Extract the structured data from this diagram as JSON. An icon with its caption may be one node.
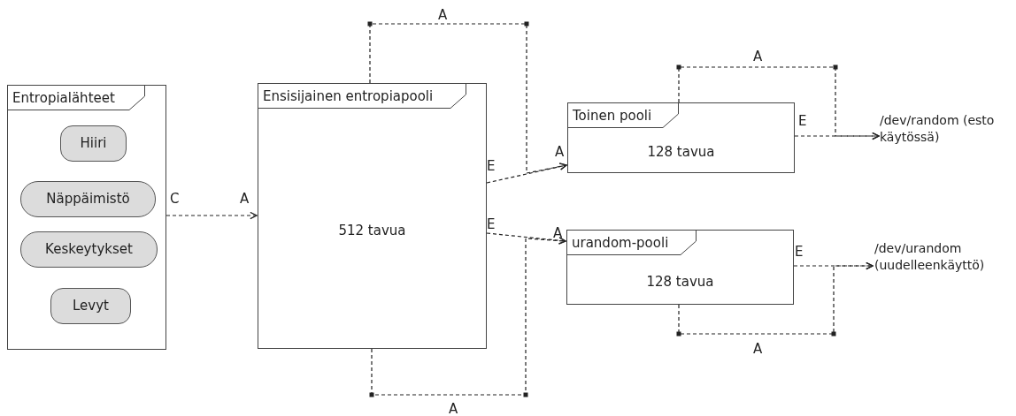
{
  "diagram": {
    "nodes": [
      {
        "text": [
          "Entropialähteet"
        ]
      },
      {
        "text": [
          "Hiiri"
        ],
        "in": 0
      },
      {
        "text": [
          "Näppäimistö"
        ],
        "in": 0
      },
      {
        "text": [
          "Keskeytykset"
        ],
        "in": 0
      },
      {
        "text": [
          "Levyt"
        ],
        "in": 0
      },
      {
        "text": [
          "Ensisijainen entropiapooli",
          "512 tavua"
        ]
      },
      {
        "text": [
          "Toinen pooli",
          "128 tavua"
        ]
      },
      {
        "text": [
          "urandom-pooli",
          "128 tavua"
        ]
      },
      {
        "text": [
          "/dev/random (esto käytössä)"
        ]
      },
      {
        "text": [
          "/dev/urandom (uudelleenkäyttö)"
        ]
      }
    ],
    "edges": [
      {
        "from": 0,
        "to": 5,
        "arrow": "to",
        "style": "dashed"
      },
      {
        "from": 5,
        "to": 6,
        "arrow": "to",
        "style": "dashed"
      },
      {
        "from": 5,
        "to": 7,
        "arrow": "to",
        "style": "dashed"
      },
      {
        "from": 5,
        "to": 6,
        "arrow": "to",
        "style": "dashed"
      },
      {
        "from": 5,
        "to": 7,
        "arrow": "to",
        "style": "dashed"
      },
      {
        "from": 6,
        "to": 8,
        "arrow": "to",
        "style": "dashed"
      },
      {
        "from": 6,
        "to": 8,
        "arrow": "to",
        "style": "dashed"
      },
      {
        "from": 7,
        "to": 9,
        "arrow": "to",
        "style": "dashed"
      },
      {
        "from": 7,
        "to": 9,
        "arrow": "to",
        "style": "dashed"
      }
    ],
    "labels": [
      "A",
      "A",
      "E",
      "A",
      "E",
      "C",
      "A",
      "E",
      "A",
      "E",
      "A",
      "A"
    ]
  }
}
